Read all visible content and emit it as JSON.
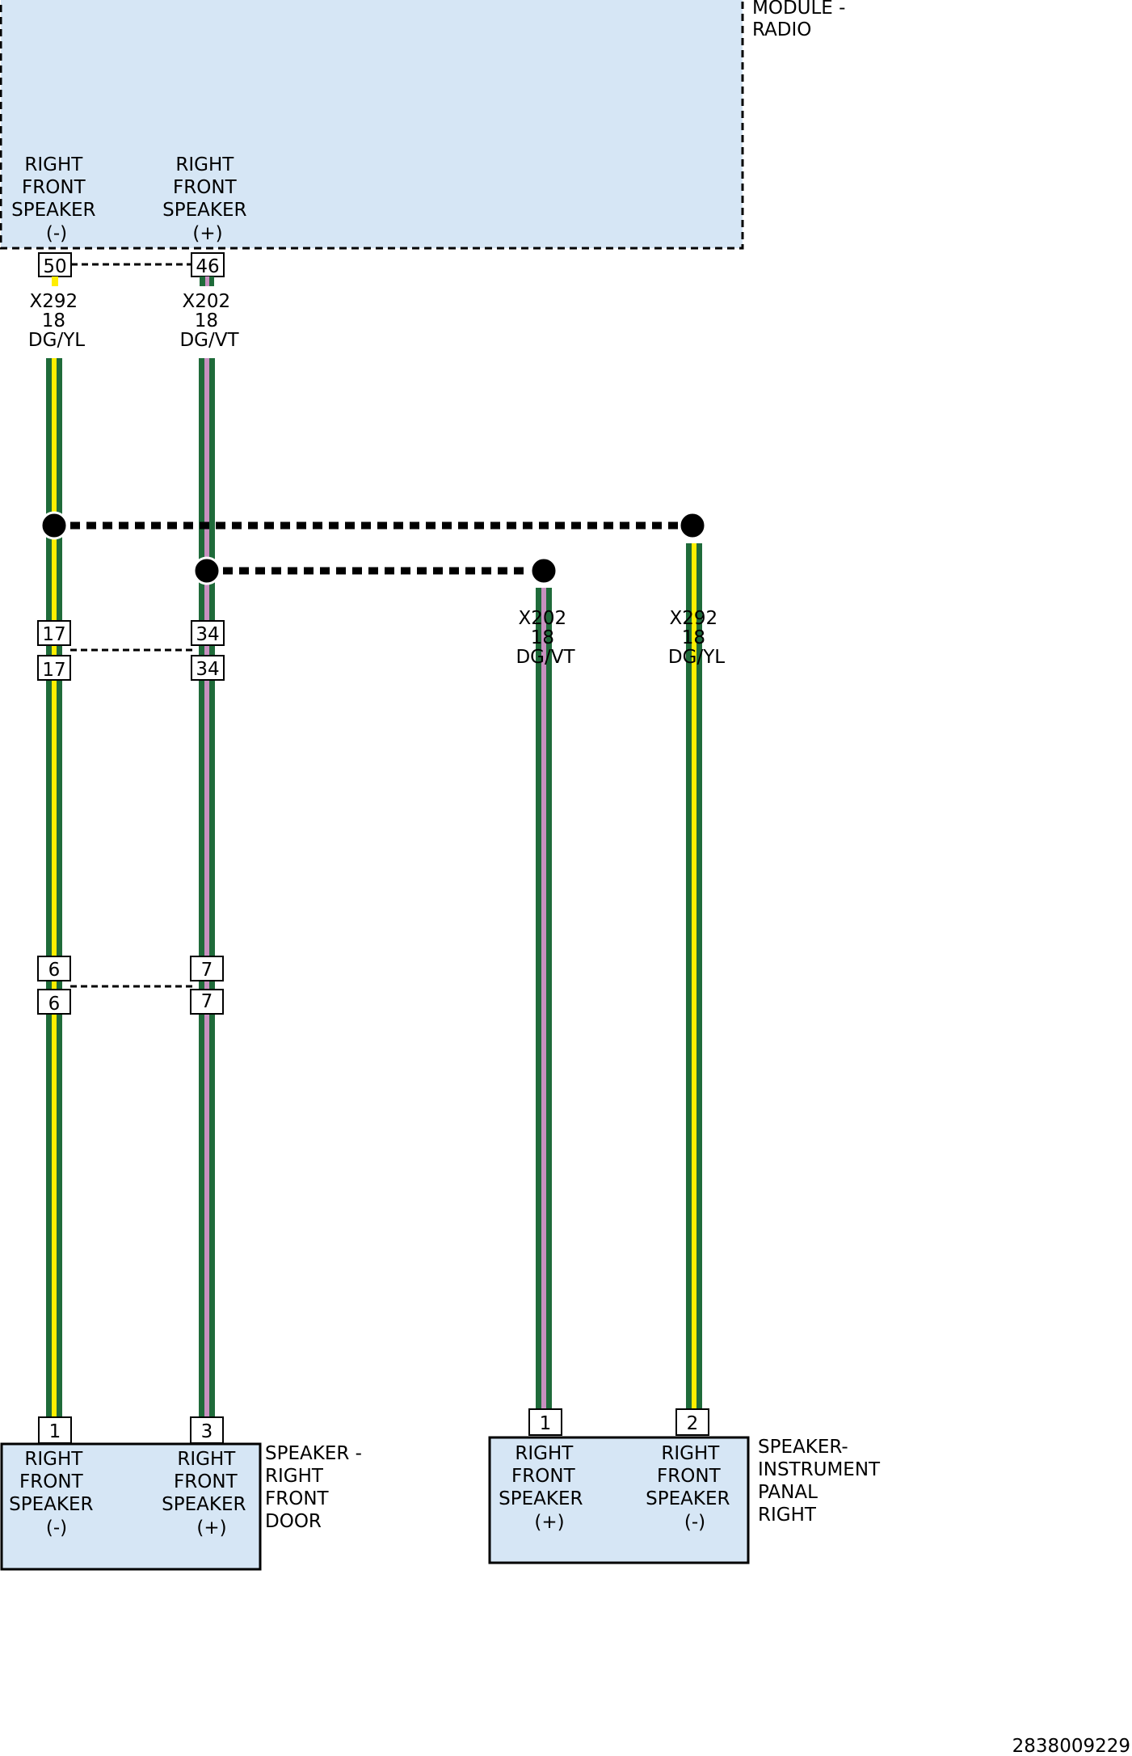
{
  "colors": {
    "module_fill": "#d6e6f5",
    "wire_green": "#1f6b3a",
    "tracer_yellow": "#ffee00",
    "tracer_violet": "#c890c0",
    "splice": "#000000"
  },
  "module_radio": {
    "label": [
      "MODULE -",
      "RADIO"
    ],
    "pin_neg": {
      "label": [
        "RIGHT",
        "FRONT",
        "SPEAKER",
        "(-)"
      ],
      "pin": "50"
    },
    "pin_pos": {
      "label": [
        "RIGHT",
        "FRONT",
        "SPEAKER",
        "(+)"
      ],
      "pin": "46"
    }
  },
  "wires": {
    "neg": {
      "circuit": "X292",
      "gauge": "18",
      "color": "DG/YL"
    },
    "pos": {
      "circuit": "X202",
      "gauge": "18",
      "color": "DG/VT"
    }
  },
  "inline_connector_1": {
    "neg_pin": "17",
    "pos_pin": "34"
  },
  "inline_connector_2": {
    "neg_pin": "6",
    "pos_pin": "7"
  },
  "speaker_door": {
    "label": [
      "SPEAKER -",
      "RIGHT",
      "FRONT",
      "DOOR"
    ],
    "pin_neg": {
      "label": [
        "RIGHT",
        "FRONT",
        "SPEAKER",
        "(-)"
      ],
      "pin": "1"
    },
    "pin_pos": {
      "label": [
        "RIGHT",
        "FRONT",
        "SPEAKER",
        "(+)"
      ],
      "pin": "3"
    }
  },
  "speaker_panel": {
    "label": [
      "SPEAKER-",
      "INSTRUMENT",
      "PANAL",
      "RIGHT"
    ],
    "pin_pos": {
      "label": [
        "RIGHT",
        "FRONT",
        "SPEAKER",
        "(+)"
      ],
      "pin": "1"
    },
    "pin_neg": {
      "label": [
        "RIGHT",
        "FRONT",
        "SPEAKER",
        "(-)"
      ],
      "pin": "2"
    }
  },
  "drawing_number": "2838009229"
}
